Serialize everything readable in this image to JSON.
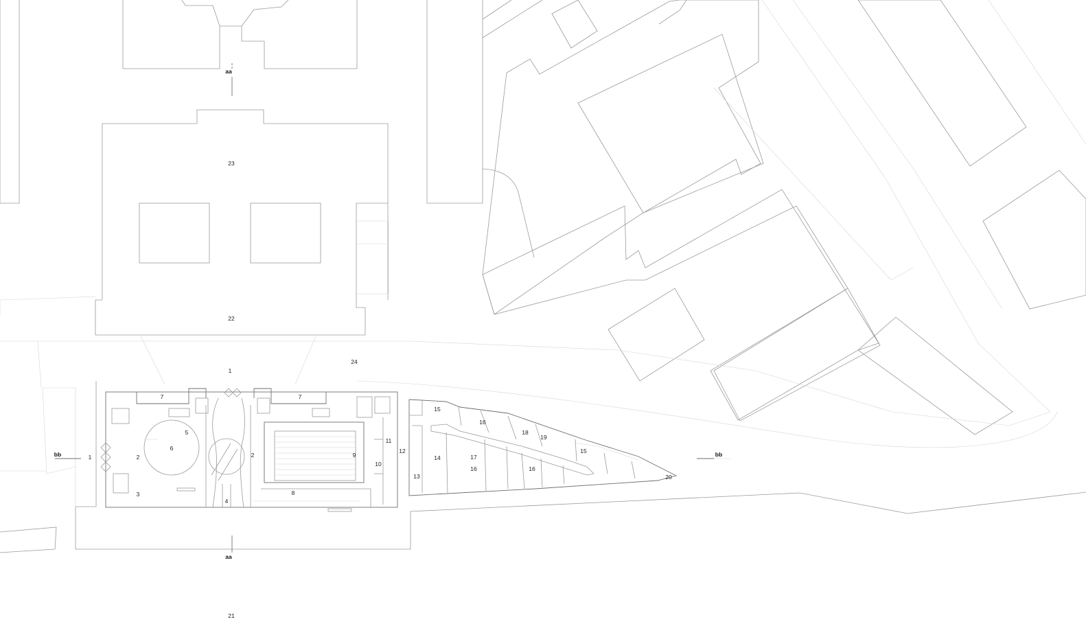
{
  "plan": {
    "room_labels": [
      {
        "id": "l1a",
        "text": "1"
      },
      {
        "id": "l1b",
        "text": "1"
      },
      {
        "id": "l2a",
        "text": "2"
      },
      {
        "id": "l2b",
        "text": "2"
      },
      {
        "id": "l3",
        "text": "3"
      },
      {
        "id": "l4",
        "text": "4"
      },
      {
        "id": "l5",
        "text": "5"
      },
      {
        "id": "l6",
        "text": "6"
      },
      {
        "id": "l7a",
        "text": "7"
      },
      {
        "id": "l7b",
        "text": "7"
      },
      {
        "id": "l8",
        "text": "8"
      },
      {
        "id": "l9",
        "text": "9"
      },
      {
        "id": "l10",
        "text": "10"
      },
      {
        "id": "l11",
        "text": "11"
      },
      {
        "id": "l12",
        "text": "12"
      },
      {
        "id": "l13",
        "text": "13"
      },
      {
        "id": "l14",
        "text": "14"
      },
      {
        "id": "l15a",
        "text": "15"
      },
      {
        "id": "l15b",
        "text": "15"
      },
      {
        "id": "l16a",
        "text": "16"
      },
      {
        "id": "l16b",
        "text": "16"
      },
      {
        "id": "l16c",
        "text": "16"
      },
      {
        "id": "l17",
        "text": "17"
      },
      {
        "id": "l18",
        "text": "18"
      },
      {
        "id": "l19",
        "text": "19"
      },
      {
        "id": "l20",
        "text": "20"
      },
      {
        "id": "l21",
        "text": "21"
      },
      {
        "id": "l22",
        "text": "22"
      },
      {
        "id": "l23",
        "text": "23"
      },
      {
        "id": "l24",
        "text": "24"
      }
    ],
    "section_markers": [
      {
        "id": "aa_top",
        "text": "aa"
      },
      {
        "id": "aa_bottom",
        "text": "aa"
      },
      {
        "id": "bb_left",
        "text": "bb"
      },
      {
        "id": "bb_right",
        "text": "bb"
      }
    ],
    "colors": {
      "background": "#ffffff",
      "line": "#9a9a9a",
      "light_line": "#d6d6d6",
      "dark_line": "#6e6e6e",
      "text": "#222222"
    }
  }
}
